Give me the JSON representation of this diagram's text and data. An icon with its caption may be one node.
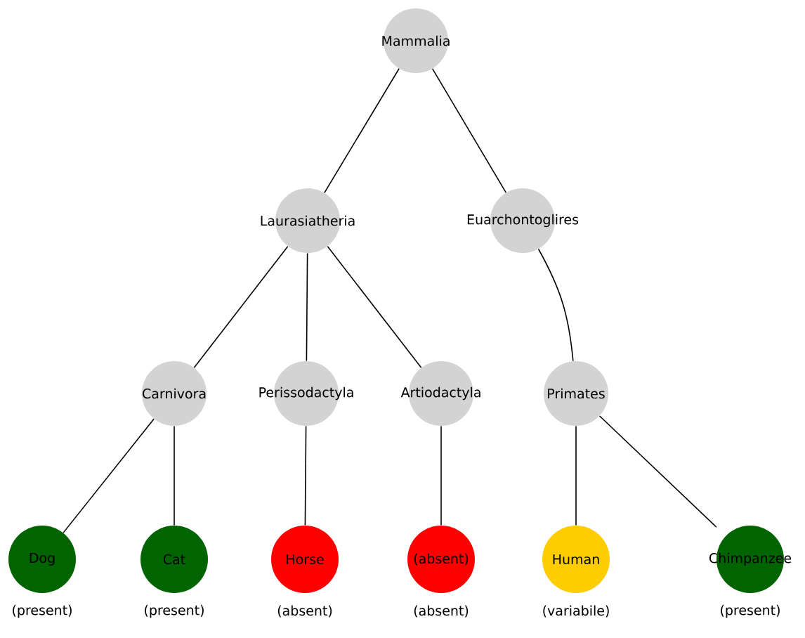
{
  "diagram": {
    "nodes": [
      {
        "text": [
          "Mammalia"
        ]
      },
      {
        "text": [
          "Laurasiatheria"
        ]
      },
      {
        "text": [
          "Euarchontoglires"
        ]
      },
      {
        "text": [
          "Carnivora"
        ]
      },
      {
        "text": [
          "Perissodactyla"
        ]
      },
      {
        "text": [
          "Artiodactyla"
        ]
      },
      {
        "text": [
          "Primates"
        ]
      },
      {
        "text": [
          "Dog"
        ],
        "beside": [
          "(present)"
        ]
      },
      {
        "text": [
          "Cat"
        ],
        "beside": [
          "(present)"
        ]
      },
      {
        "text": [
          "Horse"
        ],
        "beside": [
          "(absent)"
        ]
      },
      {
        "text": [
          "(absent)"
        ],
        "beside": [
          "(absent)"
        ]
      },
      {
        "text": [
          "Human"
        ],
        "beside": [
          "(variabile)"
        ]
      },
      {
        "text": [
          "Chimpanzee"
        ],
        "beside": [
          "(present)"
        ]
      }
    ],
    "edges": [
      {
        "from": 0,
        "to": 1,
        "arrow": "none"
      },
      {
        "from": 0,
        "to": 2,
        "arrow": "none"
      },
      {
        "from": 1,
        "to": 3,
        "arrow": "none"
      },
      {
        "from": 1,
        "to": 4,
        "arrow": "none"
      },
      {
        "from": 1,
        "to": 5,
        "arrow": "none"
      },
      {
        "from": 2,
        "to": 6,
        "arrow": "none"
      },
      {
        "from": 3,
        "to": 7,
        "arrow": "none"
      },
      {
        "from": 3,
        "to": 8,
        "arrow": "none"
      },
      {
        "from": 4,
        "to": 9,
        "arrow": "none"
      },
      {
        "from": 5,
        "to": 10,
        "arrow": "none"
      },
      {
        "from": 6,
        "to": 11,
        "arrow": "none"
      },
      {
        "from": 6,
        "to": 12,
        "arrow": "none"
      }
    ]
  }
}
